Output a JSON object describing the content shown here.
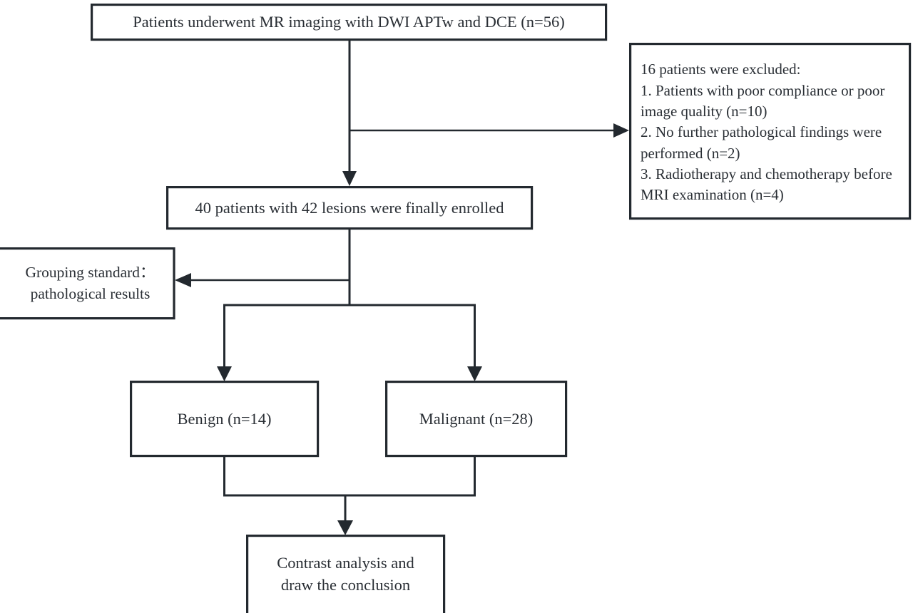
{
  "diagram": {
    "type": "flowchart",
    "title": "Patient enrollment and grouping flowchart",
    "background_color": "#ffffff",
    "line_color": "#23292f",
    "text_color": "#2a2f35",
    "nodes": {
      "top": {
        "label": "Patients underwent MR imaging with DWI  APTw and DCE (n=56)",
        "count": "56"
      },
      "excluded": {
        "label": "16 patients were excluded:\n1.  Patients with poor compliance or poor image quality (n=10)\n2.  No further pathological findings were performed (n=2)\n3.  Radiotherapy and chemotherapy before MRI examination (n=4)",
        "heading": "16 patients were excluded:",
        "reasons": [
          "1.  Patients with poor compliance or poor image quality (n=10)",
          "2.  No further pathological findings were performed (n=2)",
          "3.  Radiotherapy and chemotherapy before MRI examination (n=4)"
        ],
        "total_excluded": "16"
      },
      "enrolled": {
        "label": "40 patients with 42 lesions were finally enrolled",
        "patients": "40",
        "lesions": "42"
      },
      "grouping": {
        "label": "Grouping standard：\n pathological results"
      },
      "benign": {
        "label": "Benign (n=14)",
        "count": "14"
      },
      "malignant": {
        "label": "Malignant (n=28)",
        "count": "28"
      },
      "conclusion": {
        "label": "Contrast analysis and\ndraw the conclusion"
      }
    },
    "edges": [
      {
        "from": "top",
        "to": "enrolled",
        "style": "arrow-down"
      },
      {
        "from": "top",
        "to": "excluded",
        "style": "arrow-right"
      },
      {
        "from": "enrolled",
        "to": "grouping",
        "style": "arrow-left"
      },
      {
        "from": "enrolled",
        "to": "benign",
        "style": "arrow-down-split-left"
      },
      {
        "from": "enrolled",
        "to": "malignant",
        "style": "arrow-down-split-right"
      },
      {
        "from": "benign",
        "to": "conclusion",
        "style": "merge-down"
      },
      {
        "from": "malignant",
        "to": "conclusion",
        "style": "merge-down"
      }
    ]
  }
}
